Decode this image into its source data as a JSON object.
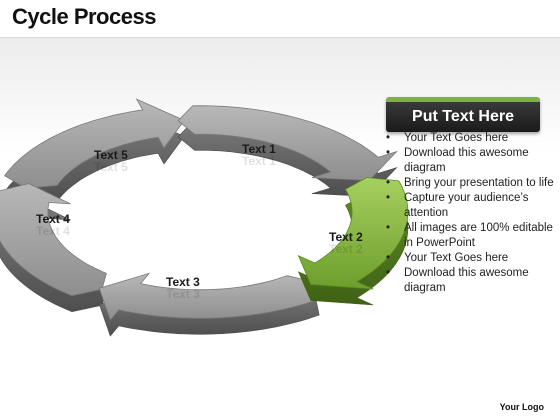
{
  "title": "Cycle Process",
  "cycle": {
    "segments": [
      {
        "label": "Text 1"
      },
      {
        "label": "Text 2"
      },
      {
        "label": "Text 3"
      },
      {
        "label": "Text 4"
      },
      {
        "label": "Text 5"
      }
    ],
    "highlight_color": "#7fb23a",
    "base_color": "#9a9a9a"
  },
  "panel": {
    "heading": "Put Text Here",
    "accent_color": "#7fb23a",
    "bullets": [
      "Your Text Goes here",
      "Download this awesome diagram",
      "Bring your presentation to life",
      "Capture your audience’s attention",
      "All images are 100% editable in PowerPoint",
      "Your Text Goes here",
      "Download this awesome diagram"
    ]
  },
  "footer": "Your Logo"
}
